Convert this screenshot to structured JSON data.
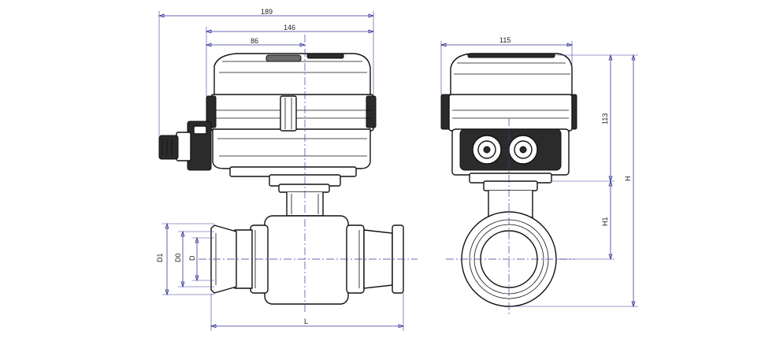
{
  "dimensions": {
    "width_189": "189",
    "width_146": "146",
    "width_86": "86",
    "width_115": "115",
    "height_113": "113",
    "height_H": "H",
    "height_H1": "H1",
    "dia_D1": "D1",
    "dia_D0": "D0",
    "dia_D": "D",
    "length_L": "L"
  },
  "colors": {
    "dimension_line": "#3a3a9a",
    "outline": "#111111",
    "housing_dark": "#2b2b2b"
  }
}
